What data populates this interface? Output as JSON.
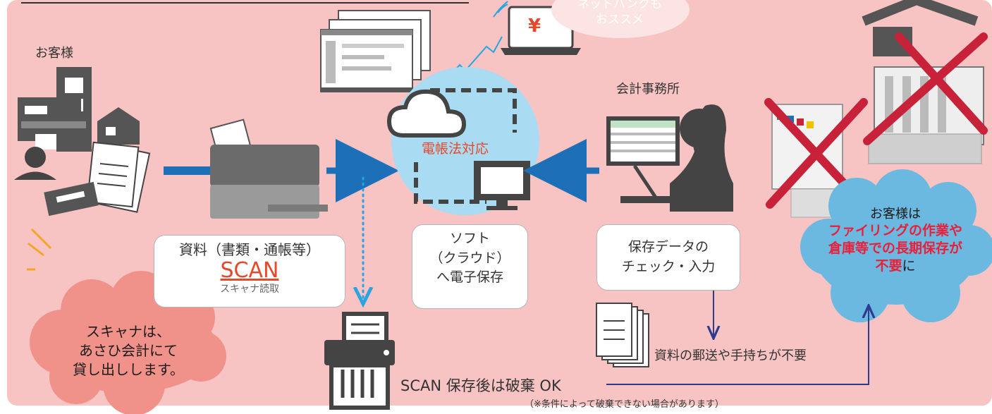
{
  "diagram": {
    "customer_label": "お客様",
    "office_label": "会計事務所",
    "netbank_line1": "ネットバンクも",
    "netbank_line2": "おススメ",
    "yen_symbol": "¥",
    "denchoho_label": "電帳法対応",
    "scan_box": {
      "line1": "資料（書類・通帳等）",
      "scan": "SCAN",
      "sub": "スキャナ読取"
    },
    "soft_box": {
      "line1": "ソフト",
      "line2": "（クラウド）",
      "line3": "へ電子保存"
    },
    "check_box": {
      "line1": "保存データの",
      "line2": "チェック・入力"
    },
    "customer_cloud": {
      "line1": "お客様は",
      "line2": "ファイリングの作業や",
      "line3": "倉庫等での長期保存が",
      "line4_red": "不要",
      "line4_rest": "に"
    },
    "lend_cloud": {
      "line1": "スキャナは、",
      "line2": "あさひ会計にて",
      "line3": "貸し出しします。"
    },
    "mail_label": "資料の郵送や手持ちが不要",
    "discard_label": "SCAN 保存後は破棄 OK",
    "note": "（※条件によって破棄できない場合があります）"
  },
  "colors": {
    "background": "#f7c3c3",
    "blue_arrow": "#1d6fb8",
    "dark_arrow": "#2e3b8f",
    "red_accent": "#e5492b",
    "red_cross": "#c8223a",
    "cloud_blue": "#6bb8e0",
    "cloud_salmon": "#f1928a",
    "light_blue_circle": "#a9dcf3",
    "gray_device": "#4d4d4d"
  }
}
